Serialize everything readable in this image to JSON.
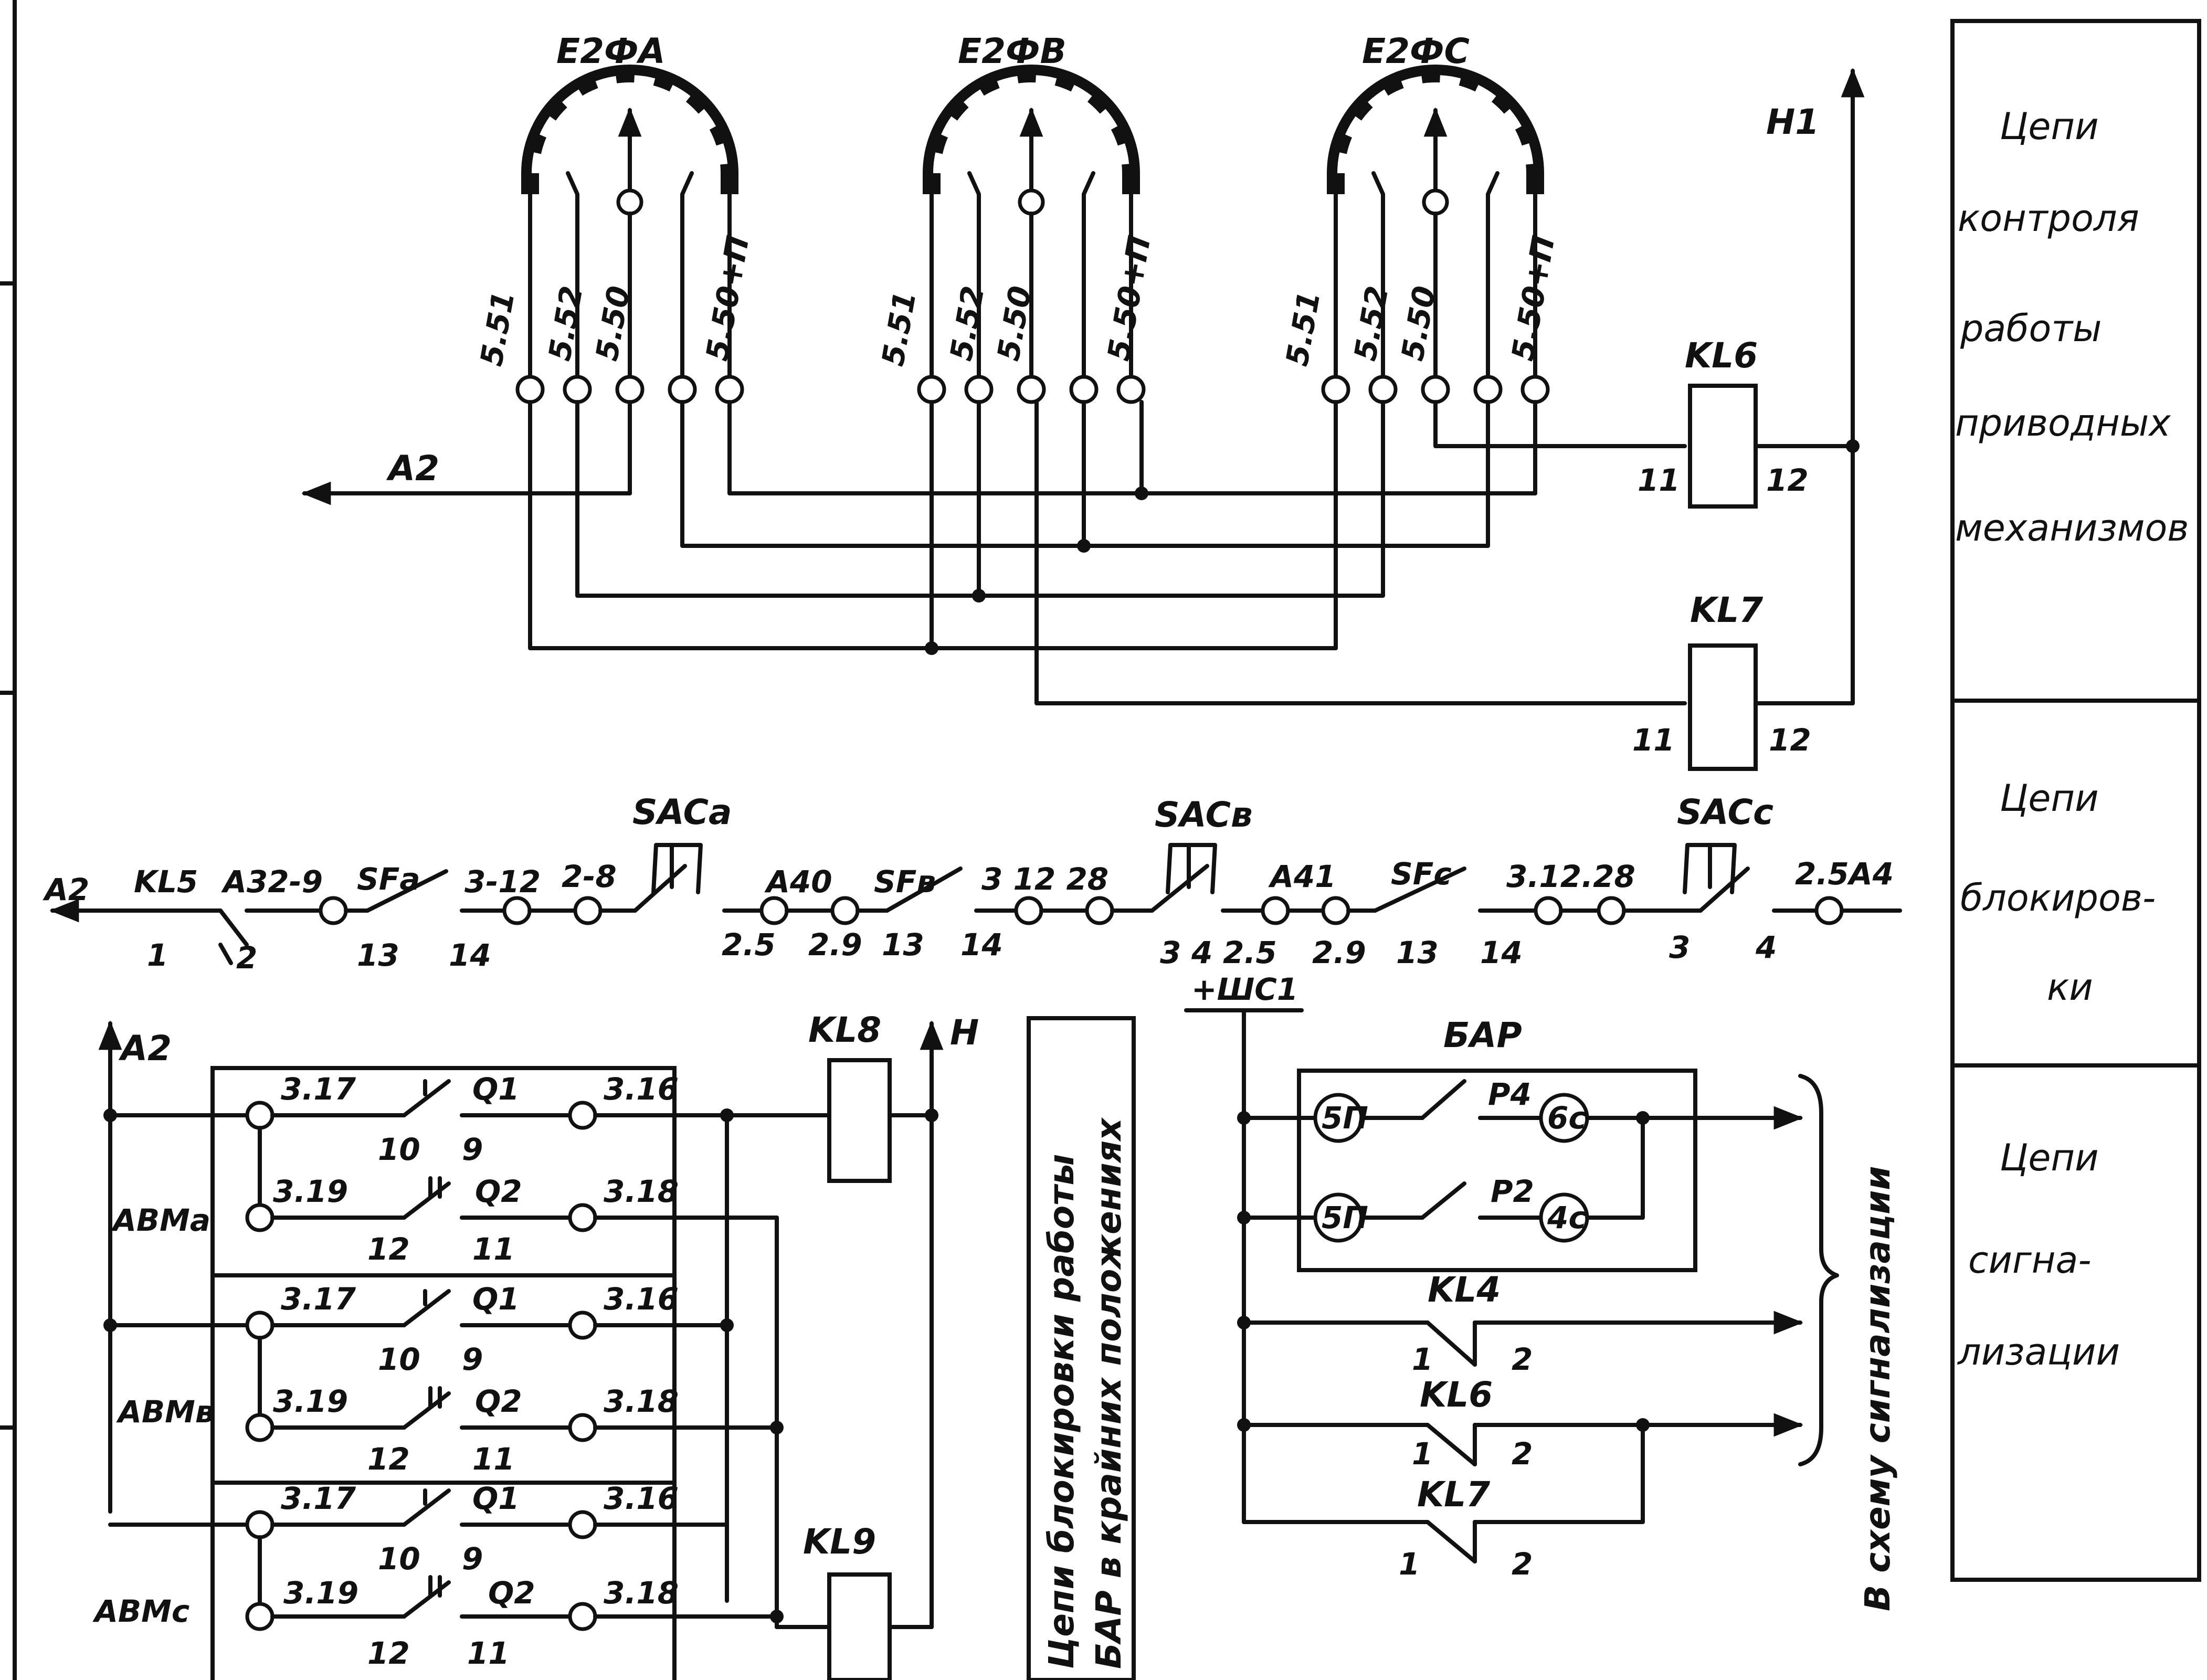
{
  "selectors": [
    {
      "name": "E2ФА",
      "taps": [
        "5.51",
        "5.52",
        "5.50",
        "5.50+П"
      ]
    },
    {
      "name": "E2ФВ",
      "taps": [
        "5.51",
        "5.52",
        "5.50",
        "5.50+П"
      ]
    },
    {
      "name": "E2ФС",
      "taps": [
        "5.51",
        "5.52",
        "5.50",
        "5.50+П"
      ]
    }
  ],
  "top_circuit": {
    "feed_label": "A2",
    "return_label": "H1",
    "relays": [
      {
        "name": "KL6",
        "left_pin": "11",
        "right_pin": "12"
      },
      {
        "name": "KL7",
        "left_pin": "11",
        "right_pin": "12"
      }
    ]
  },
  "block_circuit": {
    "labels": [
      "A2",
      "KL5",
      "A32-9",
      "SFа",
      "3-12",
      "2-8",
      "SACa",
      "A40",
      "SFв",
      "3 12 28",
      "SACв",
      "A41",
      "SFc",
      "3.12.28",
      "SACc",
      "2.5A4"
    ],
    "pins": [
      "1",
      "2",
      "13",
      "14",
      "2.5",
      "2.9",
      "13",
      "14",
      "3",
      "4",
      "2.5",
      "2.9",
      "13",
      "14",
      "3",
      "4"
    ]
  },
  "avm_panel": {
    "feed_label": "A2",
    "return_label": "H",
    "relay_top": "KL8",
    "relay_bottom": "KL9",
    "breakers": [
      {
        "name": "АВМа",
        "q1": "Q1",
        "q2": "Q2",
        "t317": "3.17",
        "t316": "3.16",
        "t319": "3.19",
        "t318": "3.18",
        "p10": "10",
        "p9": "9",
        "p12": "12",
        "p11": "11"
      },
      {
        "name": "АВМв",
        "q1": "Q1",
        "q2": "Q2",
        "t317": "3.17",
        "t316": "3.16",
        "t319": "3.19",
        "t318": "3.18",
        "p10": "10",
        "p9": "9",
        "p12": "12",
        "p11": "11"
      },
      {
        "name": "АВМс",
        "q1": "Q1",
        "q2": "Q2",
        "t317": "3.17",
        "t316": "3.16",
        "t319": "3.19",
        "t318": "3.18",
        "p10": "10",
        "p9": "9",
        "p12": "12",
        "p11": "11"
      }
    ],
    "vertical_note_line1": "Цепи блокировки работы",
    "vertical_note_line2": "БАР в крайних положениях"
  },
  "signal_circuit": {
    "bus_label": "+ШС1",
    "block_name": "БАР",
    "rows": [
      {
        "in": "5П",
        "contact": "Р4",
        "out": "6с"
      },
      {
        "in": "5П",
        "contact": "Р2",
        "out": "4с"
      }
    ],
    "contacts": [
      {
        "name": "KL4",
        "p1": "1",
        "p2": "2"
      },
      {
        "name": "KL6",
        "p1": "1",
        "p2": "2"
      },
      {
        "name": "KL7",
        "p1": "1",
        "p2": "2"
      }
    ],
    "vertical_note": "В схему сигнализации"
  },
  "side_panel": [
    {
      "lines": [
        "Цепи",
        "контроля",
        "работы",
        "приводных",
        "механизмов"
      ]
    },
    {
      "lines": [
        "Цепи",
        "блокиров-",
        "ки"
      ]
    },
    {
      "lines": [
        "Цепи",
        "сигна-",
        "лизации"
      ]
    }
  ]
}
